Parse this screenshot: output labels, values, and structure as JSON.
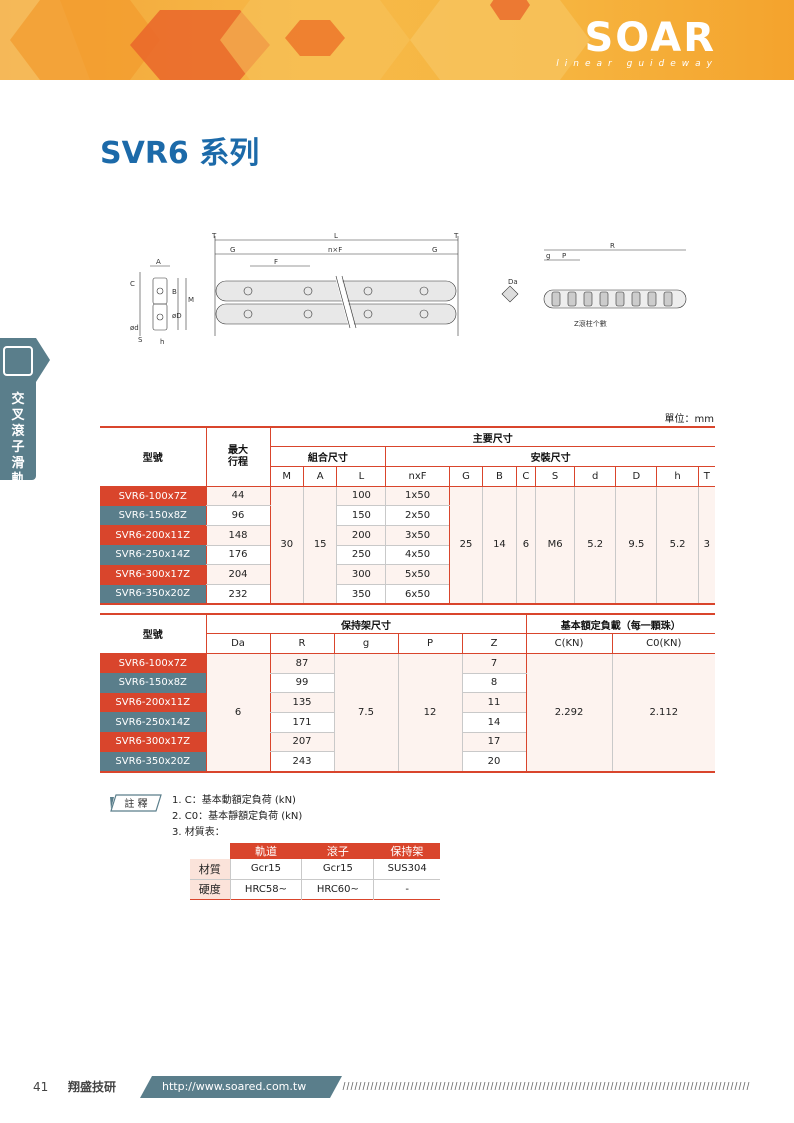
{
  "header": {
    "logo": "SOAR",
    "tagline": "linear guideway"
  },
  "page_title": "SVR6 系列",
  "side_tab": {
    "label": "交叉滾子滑軌"
  },
  "drawing": {
    "labels": [
      "T",
      "L",
      "T",
      "G",
      "n×F",
      "G",
      "F",
      "A",
      "C",
      "B",
      "M",
      "S",
      "h",
      "ød",
      "øD",
      "Da",
      "R",
      "g",
      "P",
      "Z滾柱个數"
    ]
  },
  "unit": "單位：mm",
  "table1": {
    "h_model": "型號",
    "h_stroke": "最大\n行程",
    "h_main": "主要尺寸",
    "h_assembly": "組合尺寸",
    "h_install": "安裝尺寸",
    "cols": [
      "M",
      "A",
      "L",
      "nxF",
      "G",
      "B",
      "C",
      "S",
      "d",
      "D",
      "h",
      "T"
    ],
    "rows": [
      {
        "model": "SVR6-100x7Z",
        "stroke": "44",
        "L": "100",
        "nxF": "1x50"
      },
      {
        "model": "SVR6-150x8Z",
        "stroke": "96",
        "L": "150",
        "nxF": "2x50"
      },
      {
        "model": "SVR6-200x11Z",
        "stroke": "148",
        "L": "200",
        "nxF": "3x50"
      },
      {
        "model": "SVR6-250x14Z",
        "stroke": "176",
        "L": "250",
        "nxF": "4x50"
      },
      {
        "model": "SVR6-300x17Z",
        "stroke": "204",
        "L": "300",
        "nxF": "5x50"
      },
      {
        "model": "SVR6-350x20Z",
        "stroke": "232",
        "L": "350",
        "nxF": "6x50"
      }
    ],
    "shared": {
      "M": "30",
      "A": "15",
      "G": "25",
      "B": "14",
      "C": "6",
      "S": "M6",
      "d": "5.2",
      "D": "9.5",
      "h": "5.2",
      "T": "3"
    }
  },
  "table2": {
    "h_model": "型號",
    "h_cage": "保持架尺寸",
    "h_load": "基本額定負載（每一顆珠）",
    "cols": [
      "Da",
      "R",
      "g",
      "P",
      "Z",
      "C(KN)",
      "C0(KN)"
    ],
    "rows": [
      {
        "model": "SVR6-100x7Z",
        "R": "87",
        "Z": "7"
      },
      {
        "model": "SVR6-150x8Z",
        "R": "99",
        "Z": "8"
      },
      {
        "model": "SVR6-200x11Z",
        "R": "135",
        "Z": "11"
      },
      {
        "model": "SVR6-250x14Z",
        "R": "171",
        "Z": "14"
      },
      {
        "model": "SVR6-300x17Z",
        "R": "207",
        "Z": "17"
      },
      {
        "model": "SVR6-350x20Z",
        "R": "243",
        "Z": "20"
      }
    ],
    "shared": {
      "Da": "6",
      "g": "7.5",
      "P": "12",
      "C": "2.292",
      "C0": "2.112"
    }
  },
  "notes": {
    "badge": "註 釋",
    "items": [
      "1.  C：基本動額定負荷 (kN)",
      "2.  C0：基本靜額定負荷 (kN)",
      "3.  材質表："
    ]
  },
  "material": {
    "headers": [
      "軌道",
      "滾子",
      "保持架"
    ],
    "rows": [
      {
        "label": "材質",
        "values": [
          "Gcr15",
          "Gcr15",
          "SUS304"
        ]
      },
      {
        "label": "硬度",
        "values": [
          "HRC58~",
          "HRC60~",
          "-"
        ]
      }
    ]
  },
  "footer": {
    "page": "41",
    "company": "翔盛技研",
    "url": "http://www.soared.com.tw"
  },
  "colors": {
    "accent": "#d9452c",
    "slate": "#5a7e8b",
    "title_blue": "#1c6aa9",
    "orange": "#f4a32d"
  }
}
